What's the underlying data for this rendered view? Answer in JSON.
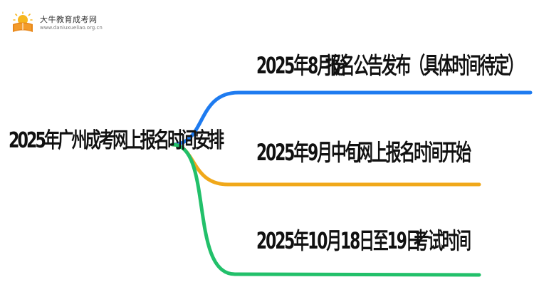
{
  "logo": {
    "title": "大牛教育成考网",
    "url": "www.daniuxueliao.org.cn",
    "icon": "book-sun-logo-icon"
  },
  "root": {
    "label": "2025年广州成考网上报名时间安排"
  },
  "branches": [
    {
      "date": "2025年8月份",
      "event": "报名公告发布（具体时间待定）",
      "color": "#1e7bf0"
    },
    {
      "date": "2025年9月中旬",
      "event": "网上报名时间开始",
      "color": "#f0a81a"
    },
    {
      "date": "2025年10月18日至19日",
      "event": "考试时间",
      "color": "#22c06a"
    }
  ]
}
